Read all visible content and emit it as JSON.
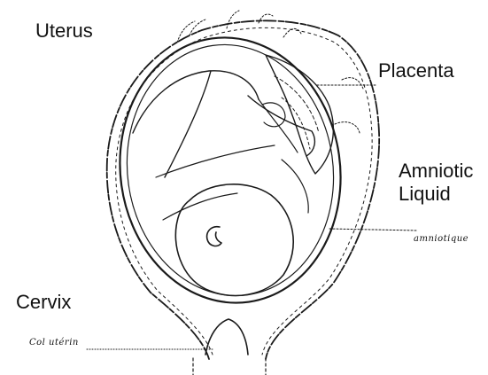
{
  "labels": {
    "uterus": "Uterus",
    "placenta": "Placenta",
    "amniotic_line1": "Amniotic",
    "amniotic_line2": "Liquid",
    "cervix": "Cervix"
  },
  "handwritten": {
    "amniotique": "amniotique",
    "col_uterin": "Col  utérin"
  }
}
